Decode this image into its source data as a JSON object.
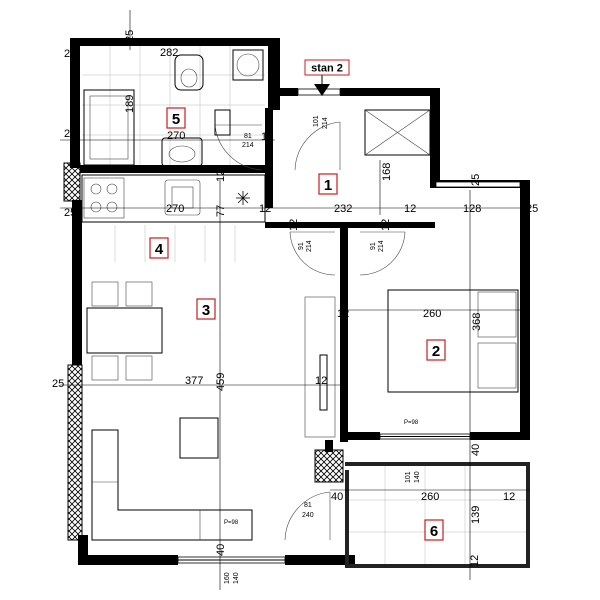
{
  "apartment_label": "stan 2",
  "rooms": [
    {
      "number": "1"
    },
    {
      "number": "2"
    },
    {
      "number": "3"
    },
    {
      "number": "4"
    },
    {
      "number": "5"
    },
    {
      "number": "6"
    }
  ],
  "dimensions": {
    "d25_top": "25",
    "d25_left_top": "25",
    "d282": "282",
    "d189": "189",
    "d270_bath": "270",
    "d25_left_bath": "25",
    "d81_bath": "81",
    "d214_bath": "214",
    "d12_bath": "12",
    "d101_entry": "101",
    "d214_entry": "214",
    "d168": "168",
    "d12_kitchen_v": "12",
    "d25_kitchen": "25",
    "d270_kitchen": "270",
    "d77": "77",
    "d12_kitchen_h": "12",
    "d232": "232",
    "d12_entry_r": "12",
    "d25_right_a": "25",
    "d128": "128",
    "d25_right_b": "25",
    "d12_door_l": "12",
    "d91_l": "91",
    "d214_l": "214",
    "d12_door_r": "12",
    "d91_r": "91",
    "d214_r": "214",
    "d12_bed": "12",
    "d260_bed": "260",
    "d368": "368",
    "d25_left_living": "25",
    "d377": "377",
    "d459": "459",
    "d12_living": "12",
    "p98_bed": "P=98",
    "d40_bal": "40",
    "d101_bal": "101",
    "d140_bal": "140",
    "d40_bal_l": "40",
    "d260_bal": "260",
    "d12_bal": "12",
    "d81_bal": "81",
    "d240_bal": "240",
    "d139": "139",
    "p98_living": "P=98",
    "d40_bottom": "40",
    "d12_bottom": "12",
    "d160": "160",
    "d140_bottom": "140"
  }
}
